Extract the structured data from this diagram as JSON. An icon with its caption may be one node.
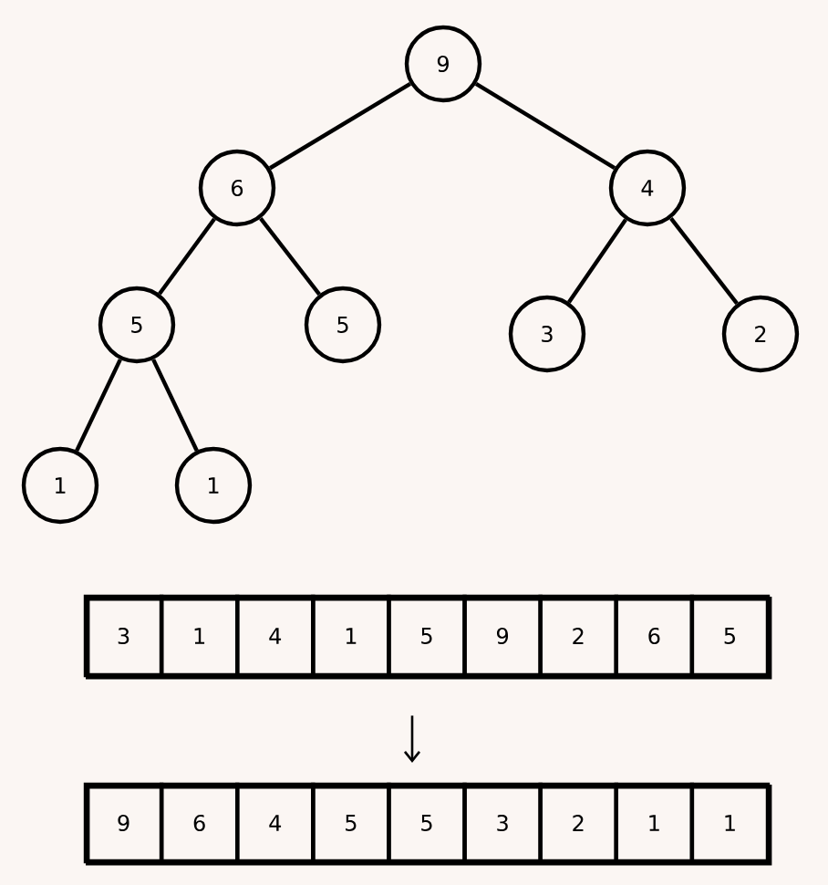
{
  "diagram": {
    "nodes": [
      {
        "text": [
          "9"
        ]
      },
      {
        "text": [
          "6"
        ]
      },
      {
        "text": [
          "4"
        ]
      },
      {
        "text": [
          "5"
        ]
      },
      {
        "text": [
          "5"
        ]
      },
      {
        "text": [
          "3"
        ]
      },
      {
        "text": [
          "2"
        ]
      },
      {
        "text": [
          "1"
        ]
      },
      {
        "text": [
          "1"
        ]
      },
      {
        "text": [
          "3",
          "1",
          "4",
          "1",
          "5",
          "9",
          "2",
          "6",
          "5"
        ]
      },
      {
        "text": [
          "9",
          "6",
          "4",
          "5",
          "5",
          "3",
          "2",
          "1",
          "1"
        ]
      }
    ],
    "edges": [
      {
        "from": 0,
        "to": 1,
        "arrow": "none"
      },
      {
        "from": 0,
        "to": 2,
        "arrow": "none"
      },
      {
        "from": 1,
        "to": 3,
        "arrow": "none"
      },
      {
        "from": 1,
        "to": 4,
        "arrow": "none"
      },
      {
        "from": 2,
        "to": 5,
        "arrow": "none"
      },
      {
        "from": 2,
        "to": 6,
        "arrow": "none"
      },
      {
        "from": 3,
        "to": 7,
        "arrow": "none"
      },
      {
        "from": 3,
        "to": 8,
        "arrow": "none"
      },
      {
        "from": 9,
        "to": 10,
        "arrow": "to"
      }
    ]
  }
}
